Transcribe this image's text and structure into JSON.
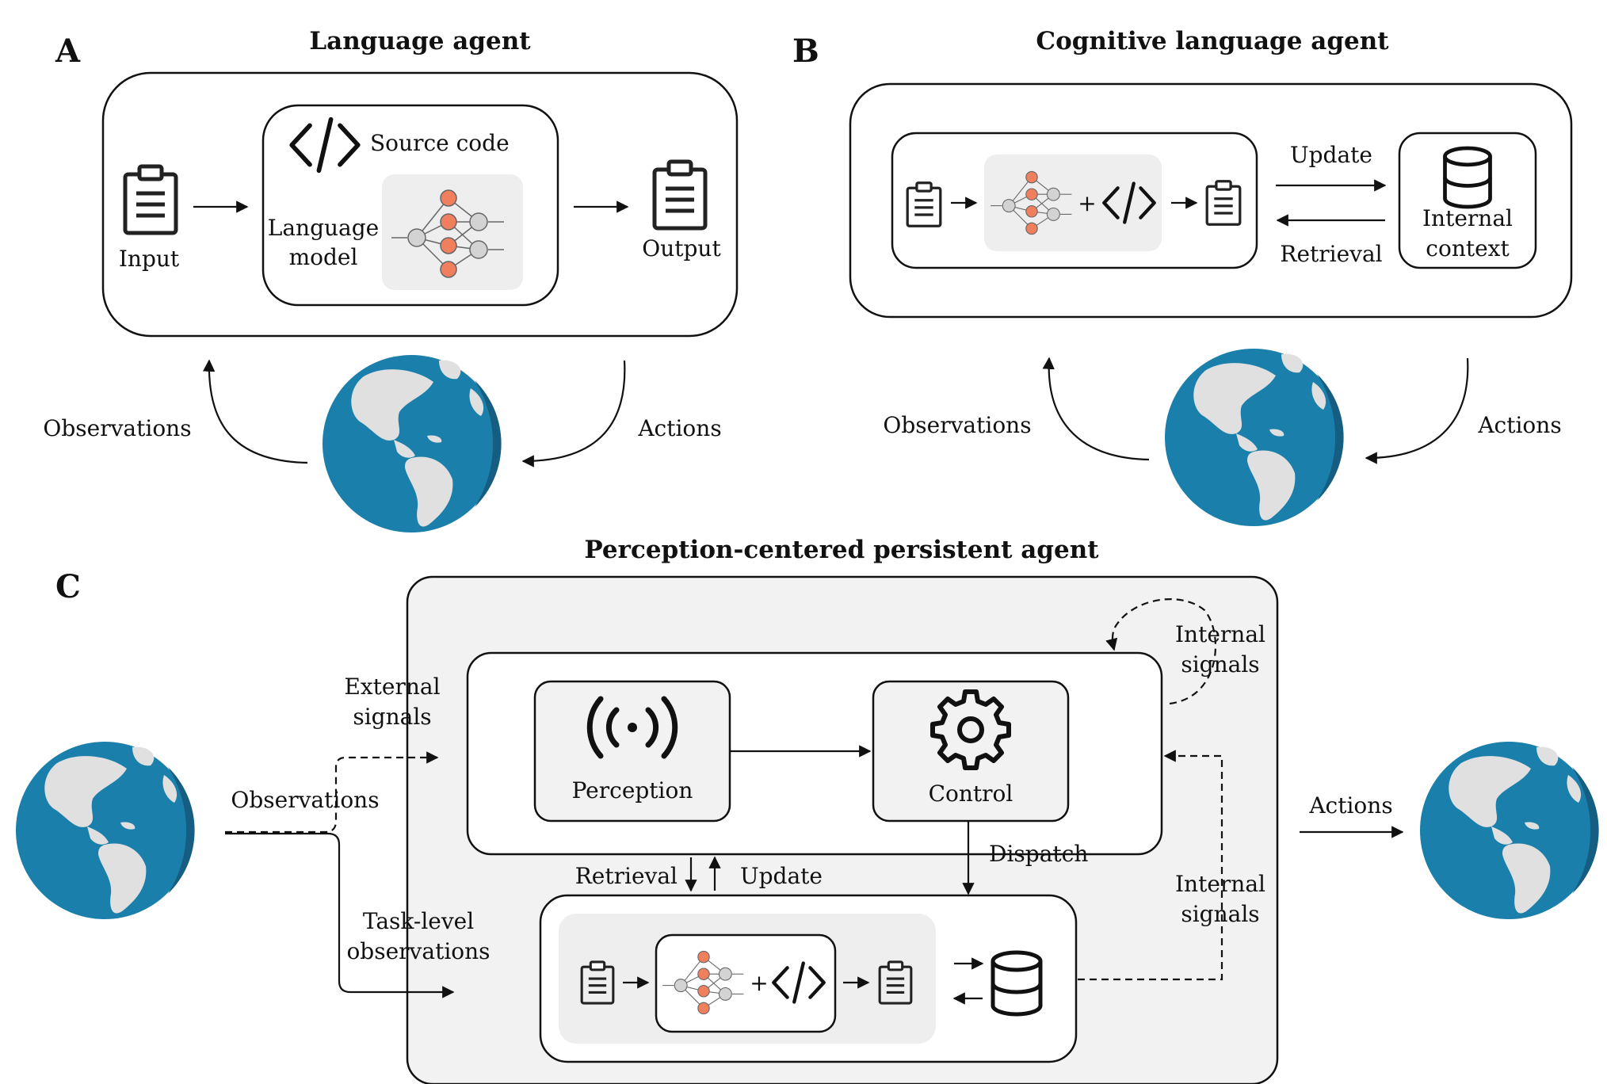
{
  "panels": {
    "a": {
      "letter": "A",
      "title": "Language agent",
      "source_code": "Source code",
      "language_model_line1": "Language",
      "language_model_line2": "model",
      "input": "Input",
      "output": "Output",
      "observations": "Observations",
      "actions": "Actions"
    },
    "b": {
      "letter": "B",
      "title": "Cognitive language agent",
      "update": "Update",
      "retrieval": "Retrieval",
      "internal_line1": "Internal",
      "internal_line2": "context",
      "observations": "Observations",
      "actions": "Actions"
    },
    "c": {
      "letter": "C",
      "title": "Perception-centered persistent agent",
      "external_line1": "External",
      "external_line2": "signals",
      "observations": "Observations",
      "task_line1": "Task-level",
      "task_line2": "observations",
      "perception": "Perception",
      "control": "Control",
      "dispatch": "Dispatch",
      "retrieval": "Retrieval",
      "update": "Update",
      "internal_top_line1": "Internal",
      "internal_top_line2": "signals",
      "internal_right_line1": "Internal",
      "internal_right_line2": "signals",
      "actions": "Actions"
    }
  },
  "colors": {
    "ocean": "#1b7fab",
    "land": "#e0e0e0",
    "node_accent": "#f07f5e",
    "node_gray": "#d3d3d3",
    "panel_fill": "#f2f2f2",
    "inner_fill": "#eeeeee"
  },
  "icons": [
    "clipboard-icon",
    "code-icon",
    "neural-network-icon",
    "database-icon",
    "broadcast-icon",
    "gear-icon",
    "globe-icon"
  ]
}
